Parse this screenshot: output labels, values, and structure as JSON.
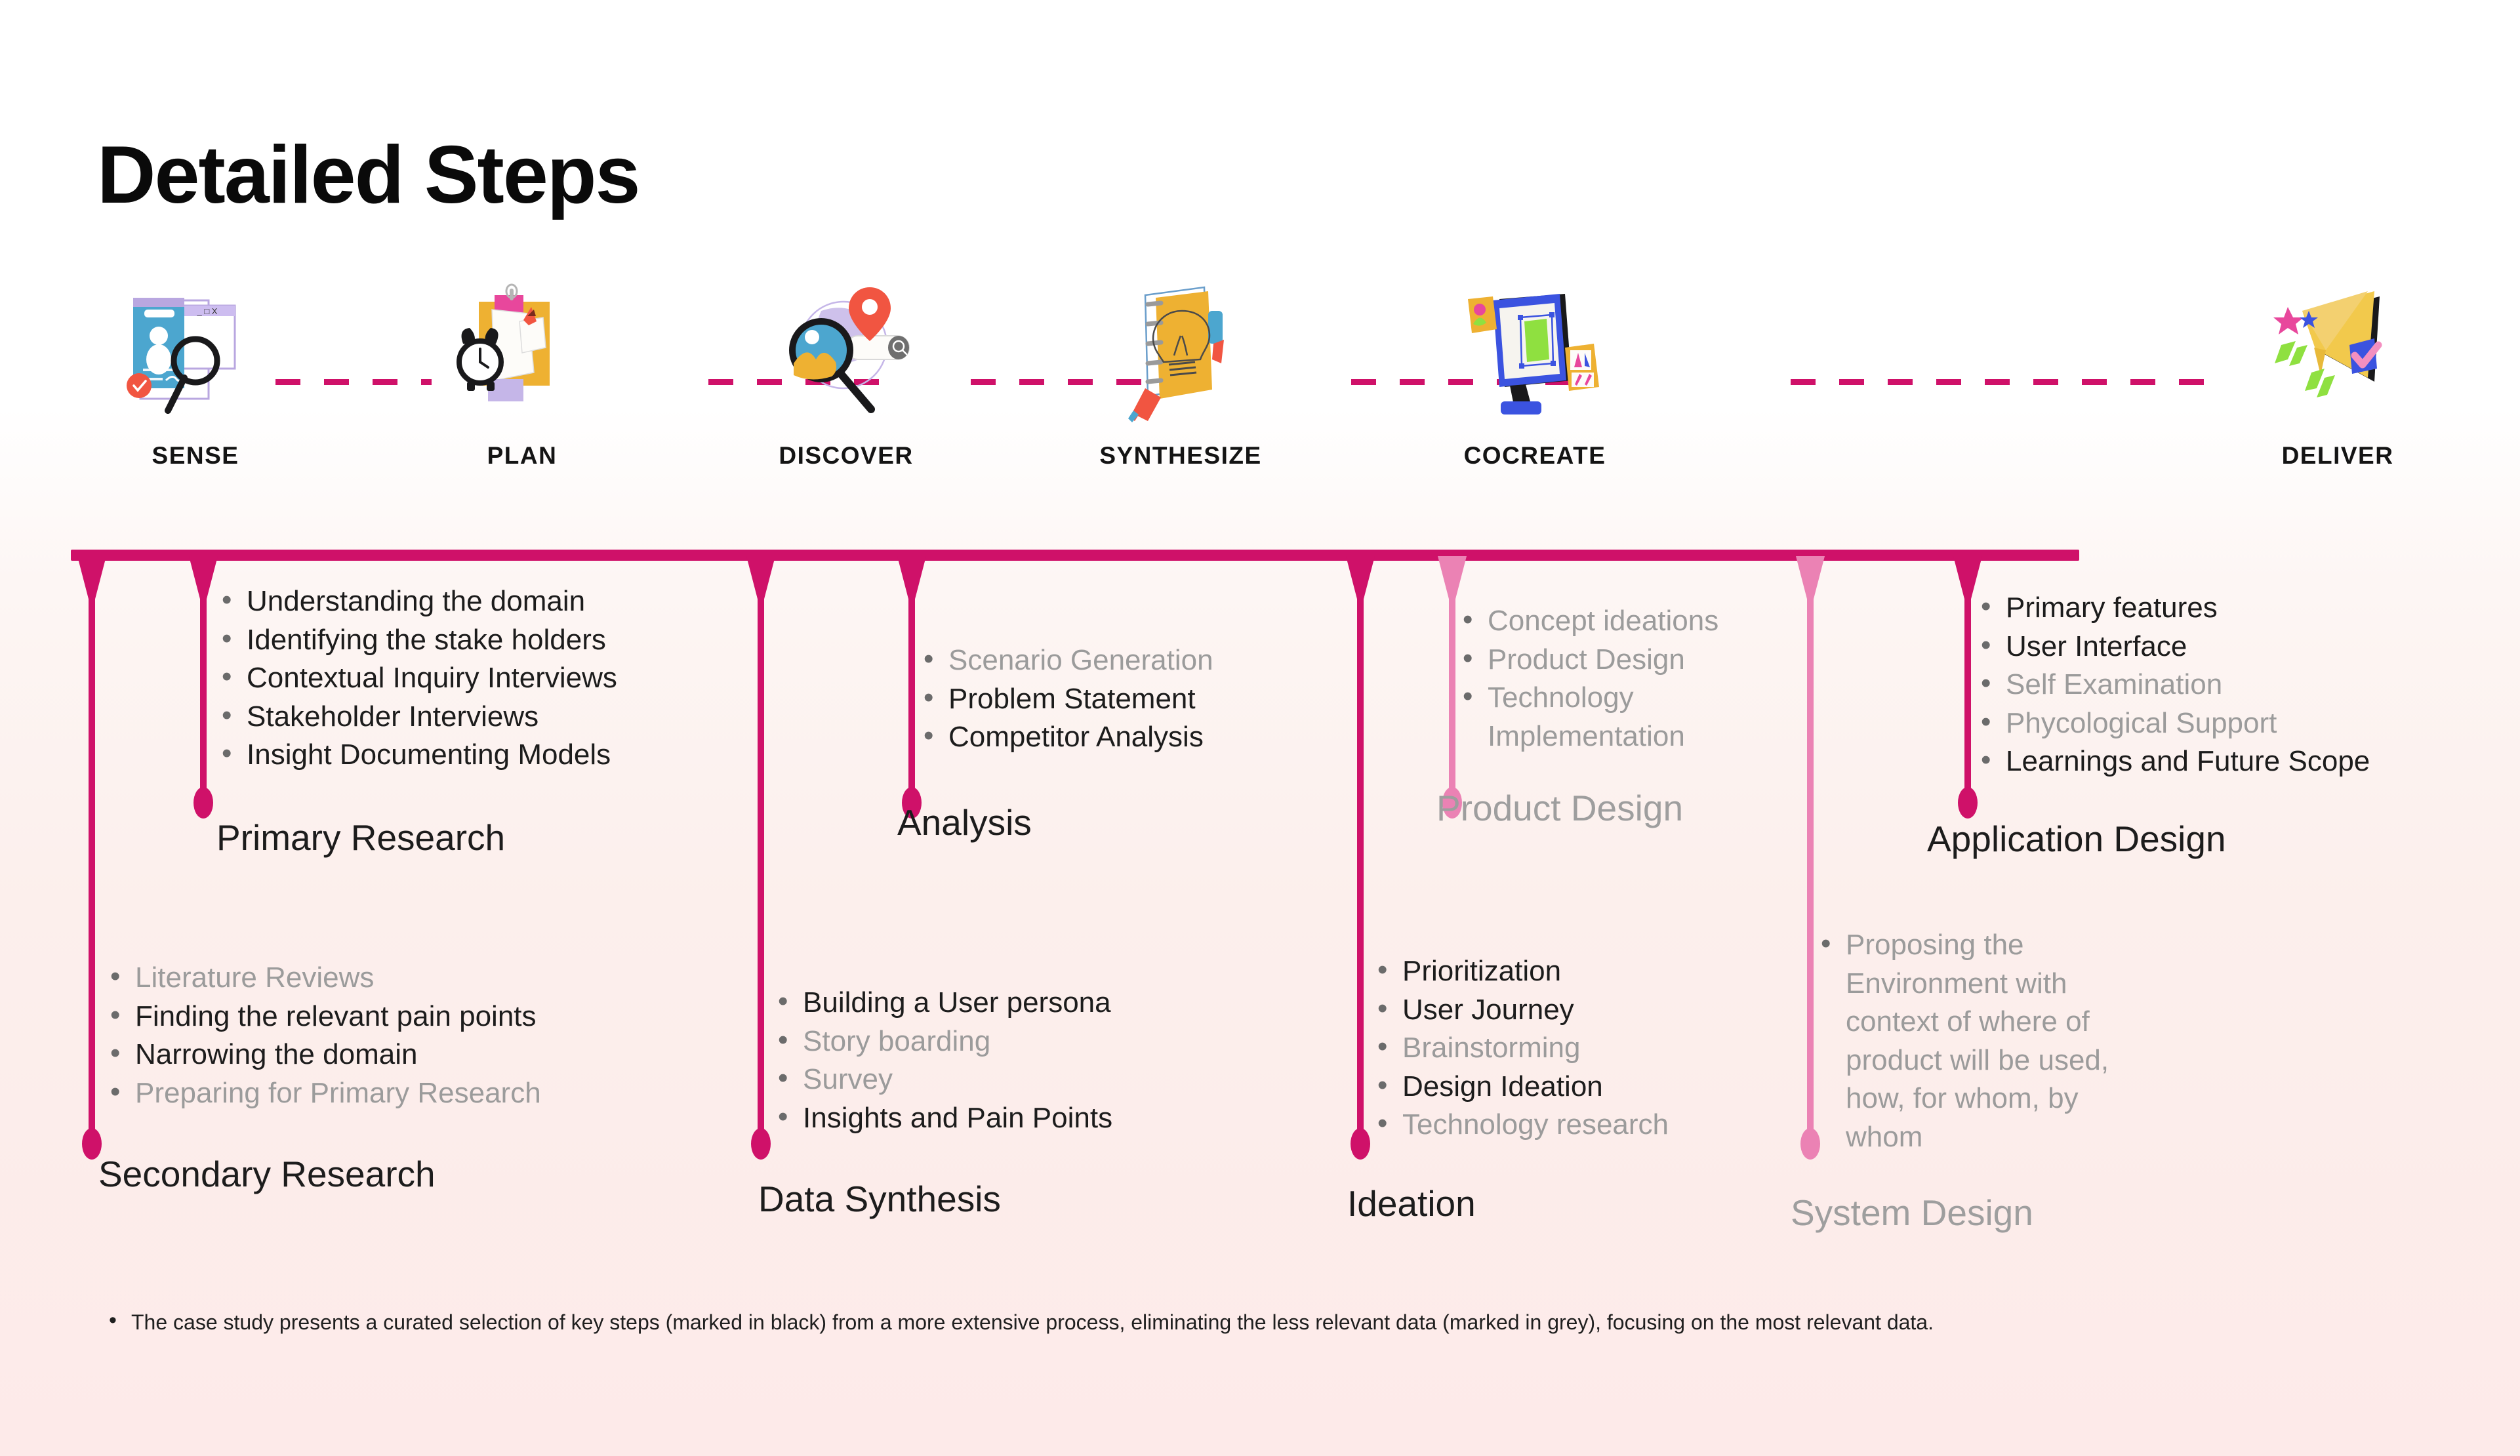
{
  "title": "Detailed Steps",
  "colors": {
    "accent": "#cf1169",
    "accent_light": "#eb82b4",
    "text": "#1c1c1c",
    "muted": "#9b9b9b",
    "background_top": "#ffffff",
    "background_bottom": "#fdeae9"
  },
  "stages": [
    {
      "label": "SENSE",
      "icon": "profile-card-magnifier-icon"
    },
    {
      "label": "PLAN",
      "icon": "alarm-clock-notes-icon"
    },
    {
      "label": "DISCOVER",
      "icon": "magnifier-globe-pin-icon"
    },
    {
      "label": "SYNTHESIZE",
      "icon": "notebook-lightbulb-pencil-icon"
    },
    {
      "label": "COCREATE",
      "icon": "monitor-design-tools-icon"
    },
    {
      "label": "DELIVER",
      "icon": "paper-plane-checkmark-icon"
    }
  ],
  "blocks": [
    {
      "name": "primary-research",
      "title": "Primary Research",
      "title_muted": false,
      "items": [
        {
          "text": "Understanding the domain",
          "muted": false
        },
        {
          "text": "Identifying the stake holders",
          "muted": false
        },
        {
          "text": "Contextual Inquiry  Interviews",
          "muted": false
        },
        {
          "text": "Stakeholder Interviews",
          "muted": false
        },
        {
          "text": "Insight Documenting Models",
          "muted": false
        }
      ]
    },
    {
      "name": "analysis",
      "title": "Analysis",
      "title_muted": false,
      "items": [
        {
          "text": "Scenario Generation",
          "muted": true
        },
        {
          "text": "Problem Statement",
          "muted": false
        },
        {
          "text": "Competitor Analysis",
          "muted": false
        }
      ]
    },
    {
      "name": "product-design",
      "title": "Product Design",
      "title_muted": true,
      "items": [
        {
          "text": "Concept ideations",
          "muted": true
        },
        {
          "text": "Product Design",
          "muted": true
        },
        {
          "text": "Technology Implementation",
          "muted": true
        }
      ]
    },
    {
      "name": "application-design",
      "title": "Application Design",
      "title_muted": false,
      "items": [
        {
          "text": "Primary features",
          "muted": false
        },
        {
          "text": "User Interface",
          "muted": false
        },
        {
          "text": "Self Examination",
          "muted": true
        },
        {
          "text": "Phycological Support",
          "muted": true
        },
        {
          "text": "Learnings and Future Scope",
          "muted": false
        }
      ]
    },
    {
      "name": "secondary-research",
      "title": "Secondary Research",
      "title_muted": false,
      "items": [
        {
          "text": "Literature Reviews",
          "muted": true
        },
        {
          "text": "Finding the relevant pain points",
          "muted": false
        },
        {
          "text": "Narrowing the domain",
          "muted": false
        },
        {
          "text": "Preparing for Primary Research",
          "muted": true
        }
      ]
    },
    {
      "name": "data-synthesis",
      "title": "Data Synthesis",
      "title_muted": false,
      "items": [
        {
          "text": "Building a User persona",
          "muted": false
        },
        {
          "text": "Story boarding",
          "muted": true
        },
        {
          "text": "Survey",
          "muted": true
        },
        {
          "text": "Insights and Pain Points",
          "muted": false
        }
      ]
    },
    {
      "name": "ideation",
      "title": "Ideation",
      "title_muted": false,
      "items": [
        {
          "text": "Prioritization",
          "muted": false
        },
        {
          "text": "User Journey",
          "muted": false
        },
        {
          "text": "Brainstorming",
          "muted": true
        },
        {
          "text": "Design Ideation",
          "muted": false
        },
        {
          "text": "Technology research",
          "muted": true
        }
      ]
    },
    {
      "name": "system-design",
      "title": "System Design",
      "title_muted": true,
      "items": [
        {
          "text": "Proposing the Environment with context of where of product will be used, how, for whom, by whom",
          "muted": true
        }
      ]
    }
  ],
  "footnote": "The case study presents a curated selection of key steps (marked in black) from a more extensive process, eliminating the less relevant data (marked in grey), focusing on the most relevant data."
}
